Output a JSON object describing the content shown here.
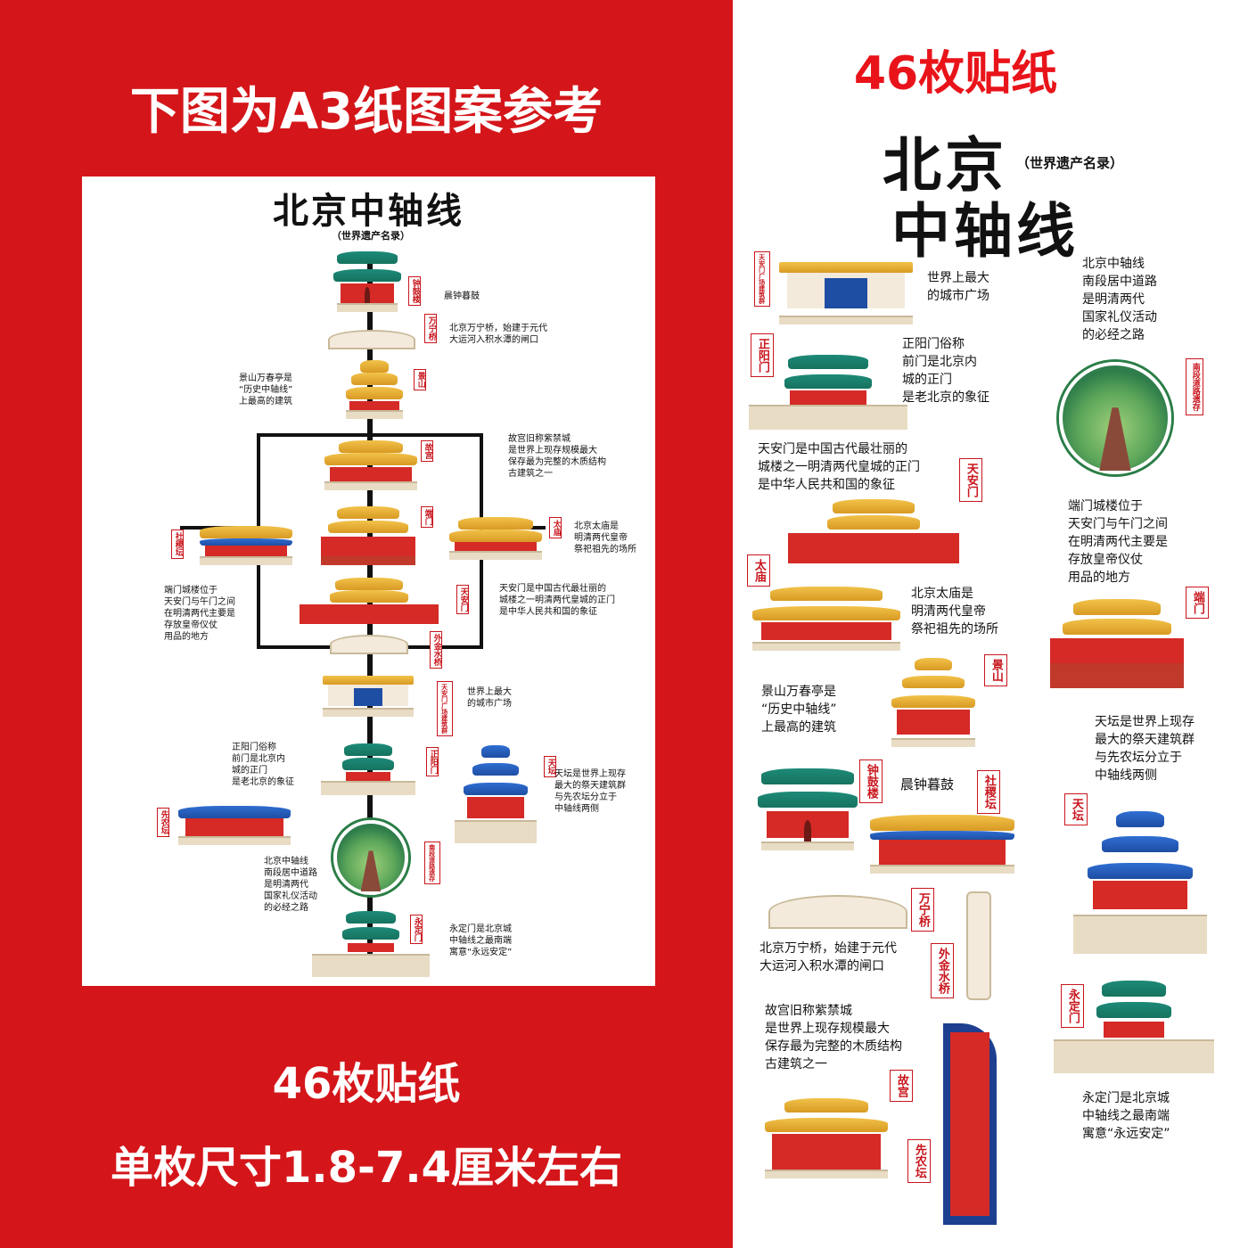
{
  "left_header": "下图为A3纸图案参考",
  "left_footer_1": "46枚贴纸",
  "left_footer_2": "单枚尺寸1.8-7.4厘米左右",
  "right_header": "46枚贴纸",
  "poster": {
    "title": "北京中轴线",
    "subtitle": "（世界遗产名录）",
    "labels": {
      "zhonggulou": "钟鼓楼",
      "wanningqiao": "万宁桥",
      "jingshan": "景山",
      "gugong": "故宫",
      "duanmen": "端门",
      "taimiao": "太庙",
      "shejitan": "社稷坛",
      "tiananmen": "天安门",
      "waijinshuiqiao": "外金水桥",
      "square": "天安门广场建筑群",
      "zhengyangmen": "正阳门",
      "tiantan": "天坛",
      "xiannongtan": "先农坛",
      "nanduan": "南段道路遗存",
      "yongdingmen": "永定门"
    },
    "texts": {
      "zhonggulou": "晨钟暮鼓",
      "wanningqiao": "北京万宁桥，始建于元代\n大运河入积水潭的闸口",
      "jingshan": "景山万春亭是\n“历史中轴线”\n上最高的建筑",
      "gugong": "故宫旧称紫禁城\n是世界上现存规模最大\n保存最为完整的木质结构\n古建筑之一",
      "taimiao": "北京太庙是\n明清两代皇帝\n祭祀祖先的场所",
      "duanmen": "端门城楼位于\n天安门与午门之间\n在明清两代主要是\n存放皇帝仪仗\n用品的地方",
      "tiananmen": "天安门是中国古代最壮丽的\n城楼之一明清两代皇城的正门\n是中华人民共和国的象征",
      "square": "世界上最大\n的城市广场",
      "zhengyangmen": "正阳门俗称\n前门是北京内\n城的正门\n是老北京的象征",
      "tiantan": "天坛是世界上现存\n最大的祭天建筑群\n与先农坛分立于\n中轴线两侧",
      "nanduan": "北京中轴线\n南段居中道路\n是明清两代\n国家礼仪活动\n的必经之路",
      "yongdingmen": "永定门是北京城\n中轴线之最南端\n寓意“永远安定”"
    }
  },
  "right": {
    "title_1": "北京",
    "title_paren": "（世界遗产名录）",
    "title_2": "中轴线"
  },
  "colors": {
    "red": "#d4161a",
    "label_red": "#c8161d",
    "teal_roof": "#1d8a78",
    "gold_roof": "#e0a92c",
    "blue_roof": "#1e4ea3"
  }
}
